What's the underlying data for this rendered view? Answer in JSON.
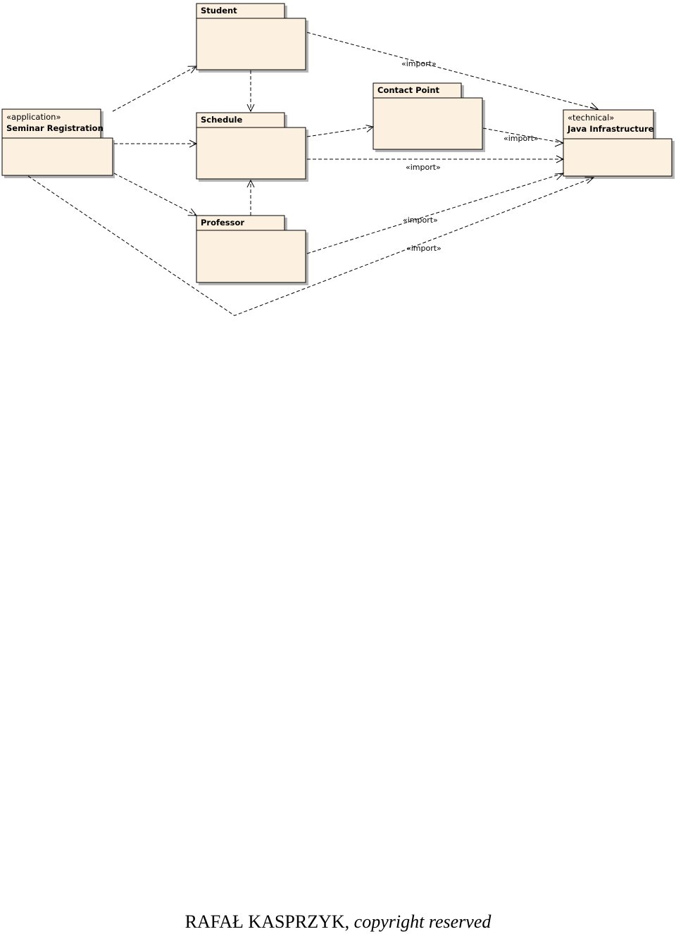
{
  "packages": {
    "seminar": {
      "stereotype": "«application»",
      "name": "Seminar Registration"
    },
    "student": {
      "name": "Student"
    },
    "schedule": {
      "name": "Schedule"
    },
    "professor": {
      "name": "Professor"
    },
    "contact": {
      "name": "Contact Point"
    },
    "java": {
      "stereotype": "«technical»",
      "name": "Java Infrastructure"
    }
  },
  "labels": {
    "student_java": "«import»",
    "contact_java": "«import»",
    "schedule_java": "«import»",
    "professor_java": "«import»",
    "seminar_java": "«import»"
  },
  "footer": {
    "author": "RAFAŁ KASPRZYK,",
    "note": "copyright reserved"
  }
}
